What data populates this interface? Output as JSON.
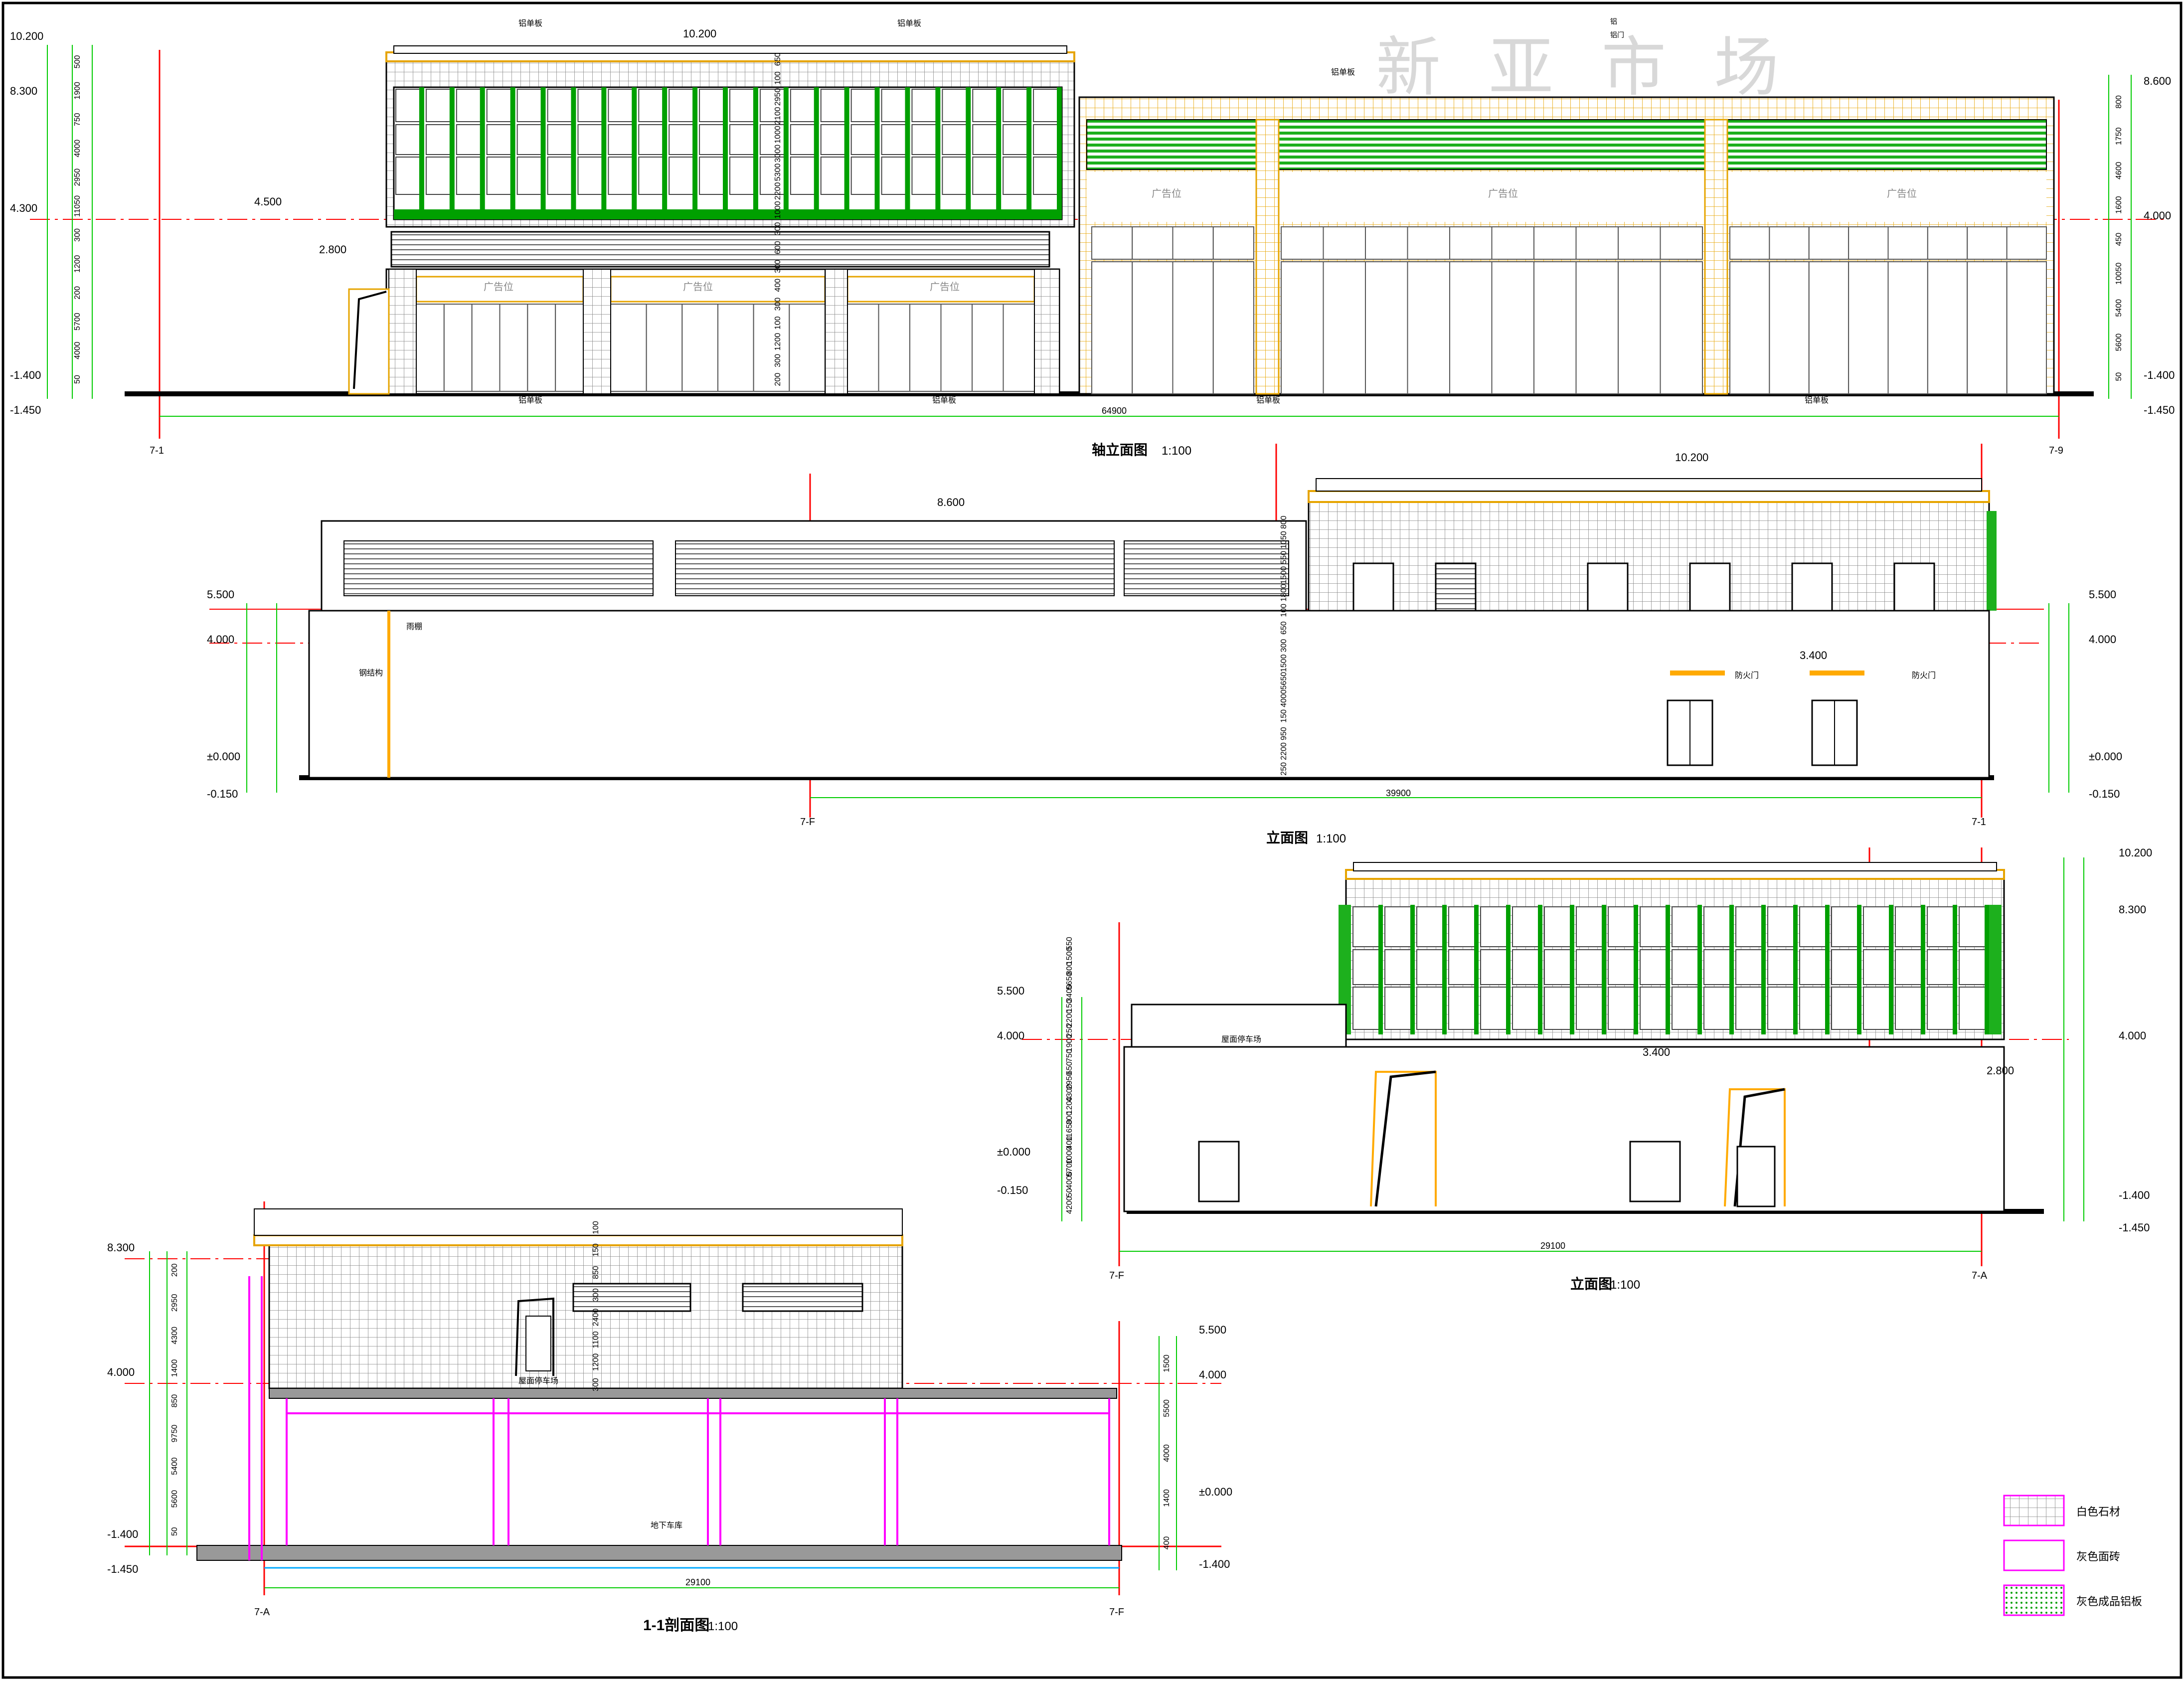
{
  "watermark": "新 亚 市 场",
  "colors": {
    "frame": "#000000",
    "axis": "#ff0000",
    "dim": "#00cc00",
    "grid": "#808080",
    "mullion": "#ffaa00",
    "glass_green": "#00a000",
    "magenta": "#ff00ff",
    "cyan": "#00aaff",
    "text_dark": "#000000"
  },
  "elevation1": {
    "title": "轴立面图",
    "scale": "1:100",
    "axis_left": "7-1",
    "axis_right": "7-9",
    "total_dim": "64900",
    "levels_left": [
      "10.200",
      "8.300",
      "4.300",
      "-1.400",
      "-1.450"
    ],
    "levels_right": [
      "8.600",
      "4.000",
      "-1.400",
      "-1.450"
    ],
    "mid_levels": [
      "10.200",
      "4.500",
      "2.800"
    ],
    "dims_left": [
      "500",
      "1900",
      "750",
      "4000",
      "2950",
      "11050",
      "300",
      "1200",
      "200",
      "5700",
      "4000",
      "50"
    ],
    "dims_right": [
      "800",
      "1750",
      "4600",
      "1600",
      "450",
      "10050",
      "5400",
      "5600",
      "50"
    ],
    "dims_inner": [
      "650",
      "100",
      "2950",
      "2100",
      "1000",
      "3000",
      "5300",
      "2200",
      "1000",
      "300",
      "600",
      "300",
      "400",
      "300",
      "100",
      "1200",
      "300",
      "200"
    ],
    "labels": {
      "ad": "广告位",
      "material": "铝单板",
      "note_top": "铝",
      "note_top2": "铝门"
    }
  },
  "elevation2": {
    "title": "立面图",
    "scale": "1:100",
    "axis_left": "7-F",
    "axis_right": "7-1",
    "total_dim": "39900",
    "levels_left": [
      "5.500",
      "4.000",
      "±0.000",
      "-0.150"
    ],
    "levels_right": [
      "5.500",
      "4.000",
      "±0.000",
      "-0.150"
    ],
    "mid_levels": [
      "8.600",
      "10.200",
      "3.400"
    ],
    "dims": [
      "800",
      "1050",
      "550",
      "1500",
      "1800",
      "100",
      "650",
      "300",
      "1500",
      "5650",
      "4000",
      "150",
      "950",
      "2200",
      "250"
    ],
    "labels": {
      "canopy": "雨棚",
      "steel": "钢结构",
      "door1": "防火门",
      "door2": "防火门"
    }
  },
  "elevation3": {
    "title": "立面图",
    "scale": "1:100",
    "axis_left": "7-F",
    "axis_right": "7-A",
    "total_dim": "29100",
    "levels_left": [
      "5.500",
      "4.000",
      "±0.000",
      "-0.150"
    ],
    "levels_right": [
      "10.200",
      "8.300",
      "4.000",
      "2.800",
      "-1.400",
      "-1.450"
    ],
    "mid_levels": [
      "3.400"
    ],
    "dims": [
      "550",
      "1500",
      "800",
      "5650",
      "3400",
      "150",
      "2200",
      "250",
      "1900",
      "750",
      "650",
      "2950",
      "4300",
      "1200",
      "300",
      "11650",
      "400",
      "1000",
      "5700",
      "4000",
      "50",
      "4200"
    ],
    "labels": {
      "roof": "屋面停车场"
    }
  },
  "section": {
    "title": "1-1剖面图",
    "scale": "1:100",
    "axis_left": "7-A",
    "axis_right": "7-F",
    "total_dim": "29100",
    "levels_left": [
      "8.300",
      "4.000",
      "-1.400",
      "-1.450"
    ],
    "levels_right": [
      "5.500",
      "4.000",
      "±0.000",
      "-1.400"
    ],
    "dims_left": [
      "200",
      "2950",
      "4300",
      "1400",
      "850",
      "9750",
      "5400",
      "5600",
      "50"
    ],
    "dims_right": [
      "1500",
      "5500",
      "4000",
      "1400",
      "400"
    ],
    "dims_inner": [
      "100",
      "150",
      "850",
      "300",
      "2400",
      "1100",
      "1200",
      "300"
    ],
    "labels": {
      "roof": "屋面停车场",
      "basement": "地下车库"
    }
  },
  "legend": {
    "items": [
      {
        "label": "白色石材",
        "pattern": "grid"
      },
      {
        "label": "灰色面砖",
        "pattern": "plain"
      },
      {
        "label": "灰色成品铝板",
        "pattern": "dots"
      }
    ]
  }
}
